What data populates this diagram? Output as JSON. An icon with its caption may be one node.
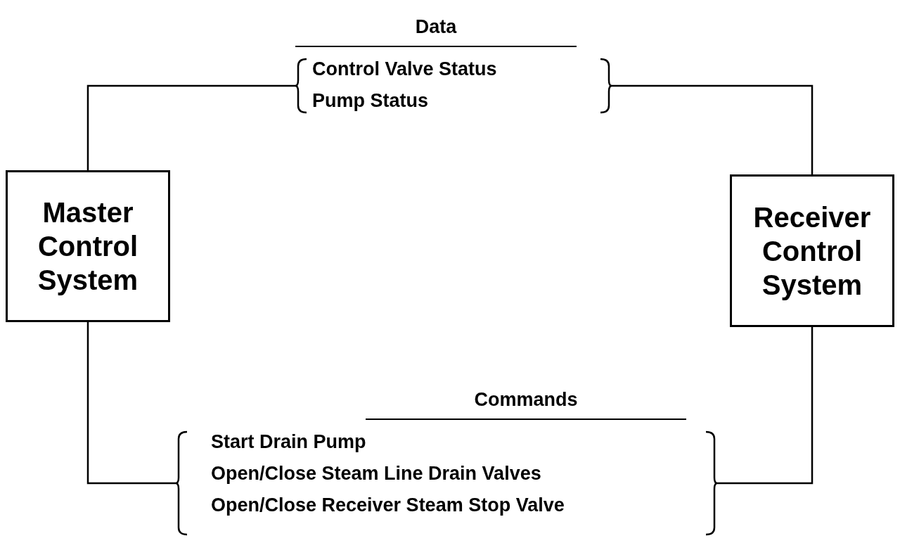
{
  "diagram": {
    "nodes": [
      {
        "text": [
          "Master Control System"
        ]
      },
      {
        "text": [
          "Receiver Control System"
        ]
      },
      {
        "text": [
          "Data",
          "Control Valve Status",
          "Pump Status"
        ]
      },
      {
        "text": [
          "Commands",
          "Start Drain Pump",
          "Open/Close Steam Line Drain Valves",
          "Open/Close Receiver Steam Stop Valve"
        ]
      }
    ],
    "edges": [
      {
        "from": 0,
        "to": 2,
        "arrow": "none"
      },
      {
        "from": 2,
        "to": 1,
        "arrow": "none"
      },
      {
        "from": 1,
        "to": 3,
        "arrow": "none"
      },
      {
        "from": 3,
        "to": 0,
        "arrow": "none"
      }
    ]
  }
}
